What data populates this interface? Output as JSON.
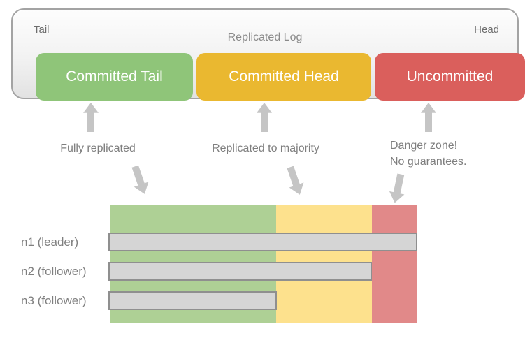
{
  "panel": {
    "tail_label": "Tail",
    "head_label": "Head",
    "title": "Replicated Log",
    "segments": [
      {
        "id": "committed-tail",
        "label": "Committed Tail",
        "color": "#8fc579"
      },
      {
        "id": "committed-head",
        "label": "Committed Head",
        "color": "#eab830"
      },
      {
        "id": "uncommitted",
        "label": "Uncommitted",
        "color": "#da5f5c"
      }
    ]
  },
  "annotations": {
    "fully_replicated": "Fully replicated",
    "replicated_majority": "Replicated to majority",
    "danger_line1": "Danger zone!",
    "danger_line2": "No guarantees."
  },
  "chart_data": {
    "type": "bar",
    "orientation": "horizontal",
    "title": "",
    "categories": [
      "n1 (leader)",
      "n2 (follower)",
      "n3 (follower)"
    ],
    "values": [
      1.0,
      0.852,
      0.542
    ],
    "value_unit": "fraction of leader log length",
    "bar_color": "#d5d5d5",
    "bar_border_color": "#8f8f8f",
    "zones": [
      {
        "name": "committed-tail",
        "color": "#aed095",
        "fraction": 0.54
      },
      {
        "name": "committed-head",
        "color": "#fde18d",
        "fraction": 0.312
      },
      {
        "name": "uncommitted",
        "color": "#e18989",
        "fraction": 0.148
      }
    ]
  }
}
